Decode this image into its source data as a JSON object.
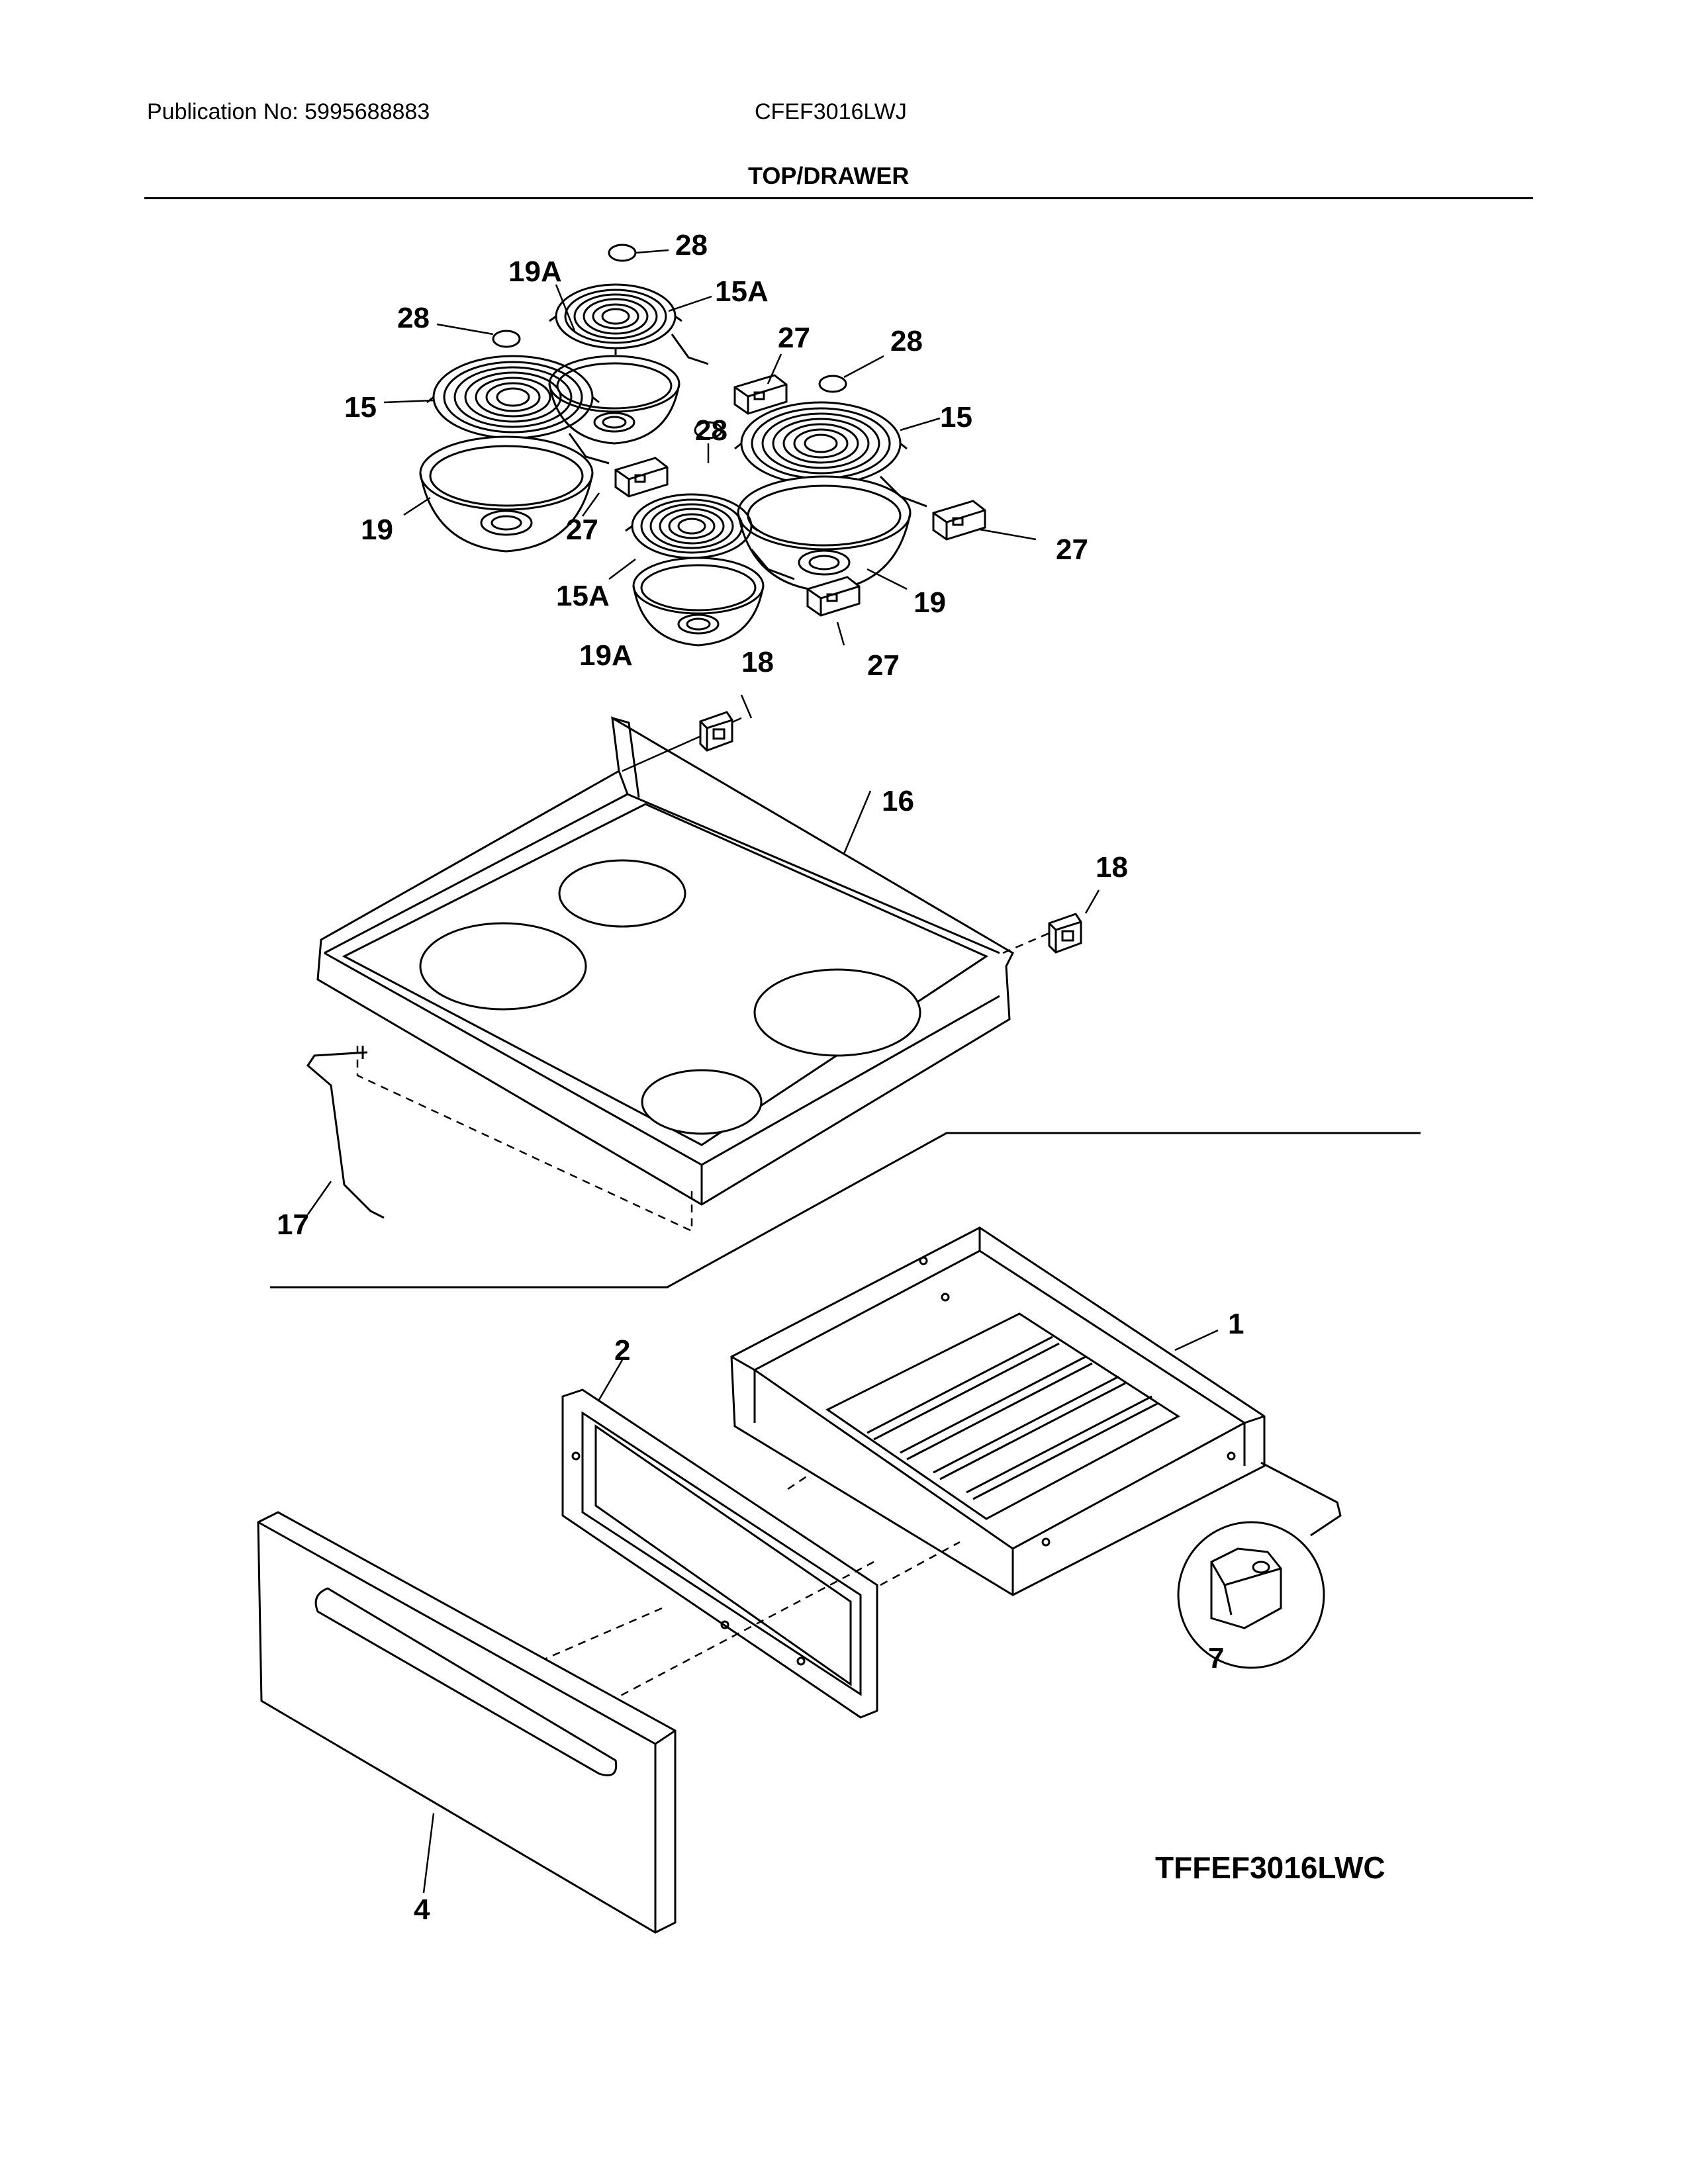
{
  "header": {
    "publication": "Publication No: 5995688883",
    "model": "CFEF3016LWJ",
    "section": "TOP/DRAWER"
  },
  "drawing_id": "TFFEF3016LWC",
  "callouts": {
    "c28_top": "28",
    "c19A_top": "19A",
    "c15A_top": "15A",
    "c28_left": "28",
    "c27_top": "27",
    "c28_right": "28",
    "c15_left": "15",
    "c15_right": "15",
    "c28_mid": "28",
    "c19_left": "19",
    "c27_left": "27",
    "c27_right": "27",
    "c15A_bottom": "15A",
    "c19_right": "19",
    "c19A_bottom": "19A",
    "c27_bottom": "27",
    "c18_top": "18",
    "c16": "16",
    "c18_right": "18",
    "c17": "17",
    "c1": "1",
    "c2": "2",
    "c7": "7",
    "c4": "4"
  }
}
